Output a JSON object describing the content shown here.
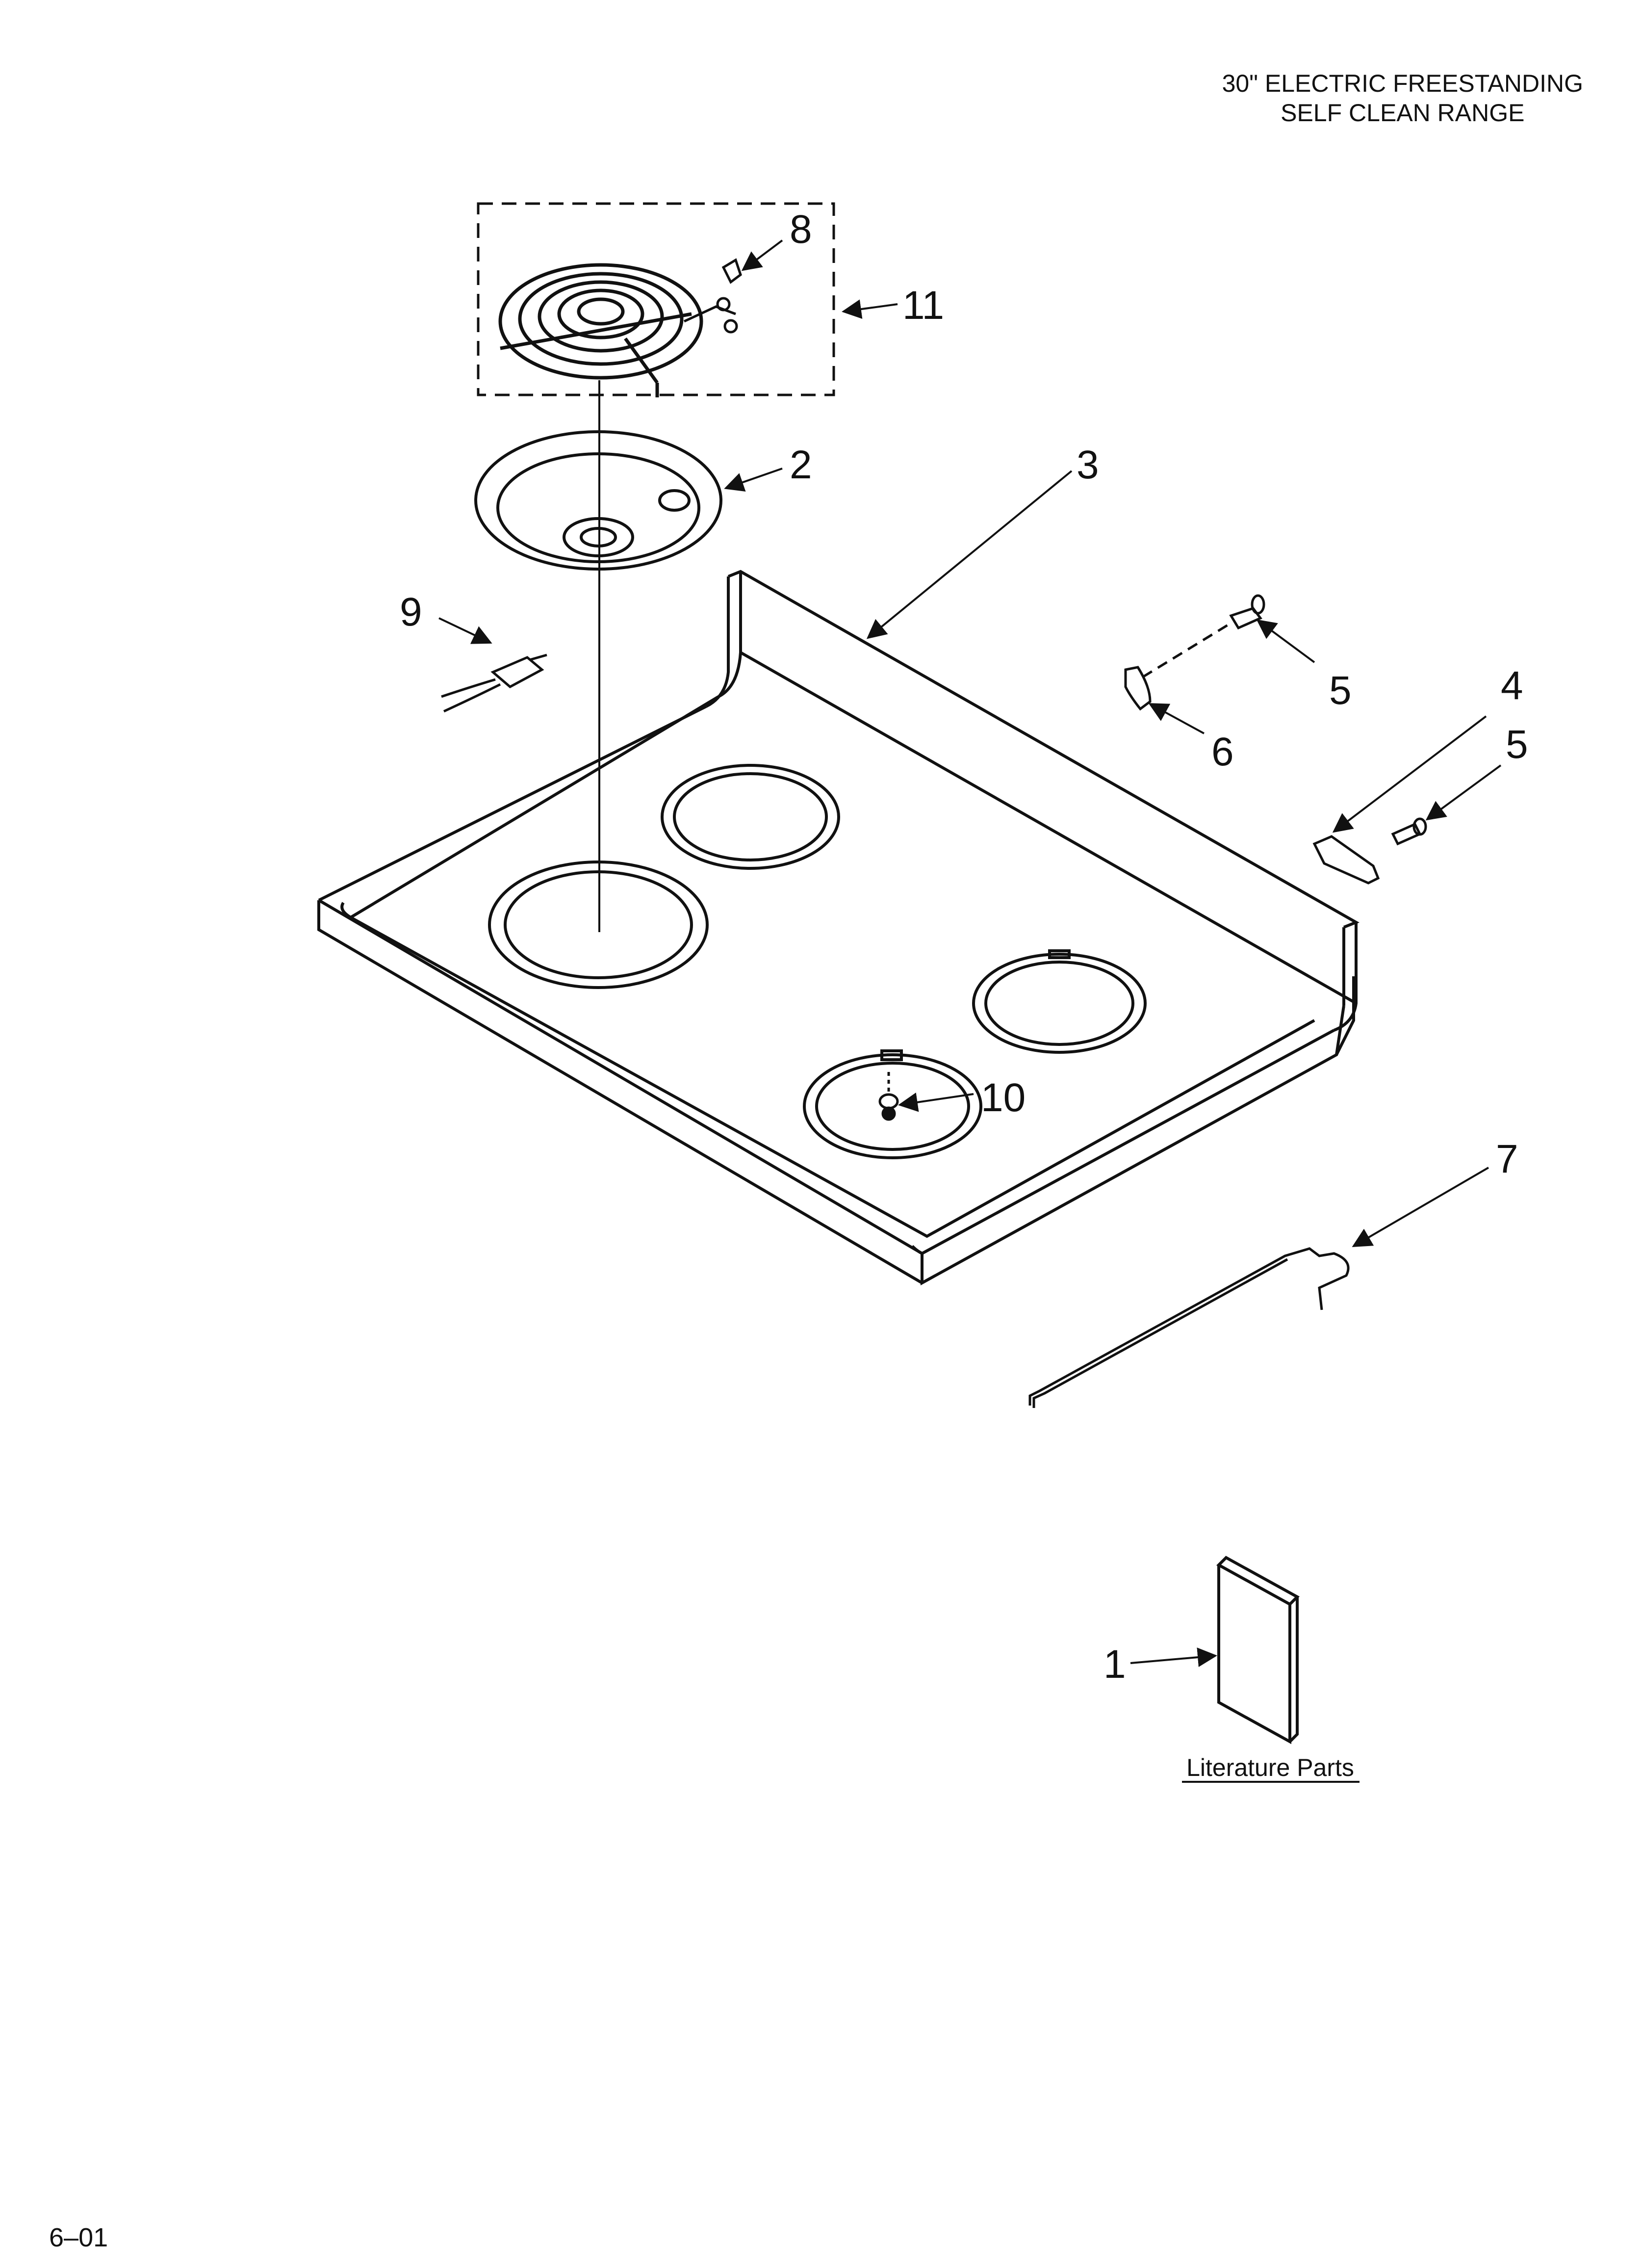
{
  "header": {
    "line1": "30\" ELECTRIC FREESTANDING",
    "line2": "SELF CLEAN RANGE"
  },
  "callouts": {
    "c1": "1",
    "c2": "2",
    "c3": "3",
    "c4": "4",
    "c5a": "5",
    "c5b": "5",
    "c6": "6",
    "c7": "7",
    "c8": "8",
    "c9": "9",
    "c10": "10",
    "c11": "11"
  },
  "literature": {
    "label": "Literature Parts"
  },
  "footer": {
    "code": "6–01"
  }
}
